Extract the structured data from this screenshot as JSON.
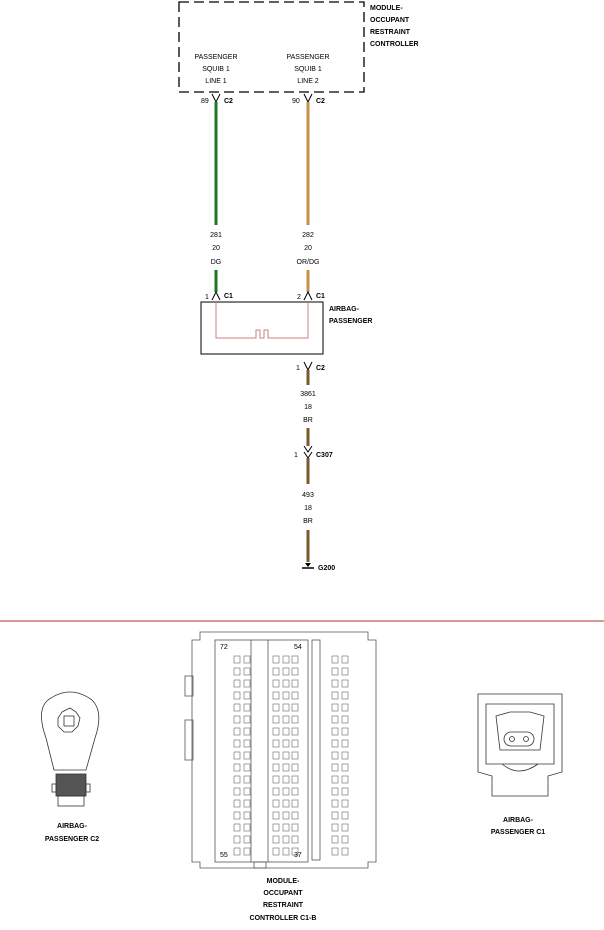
{
  "module_block": {
    "title_lines": [
      "MODULE-",
      "OCCUPANT",
      "RESTRAINT",
      "CONTROLLER"
    ],
    "pin_left": {
      "label_lines": [
        "PASSENGER",
        "SQUIB 1",
        "LINE 1"
      ],
      "pin": "89",
      "connector": "C2"
    },
    "pin_right": {
      "label_lines": [
        "PASSENGER",
        "SQUIB 1",
        "LINE 2"
      ],
      "pin": "90",
      "connector": "C2"
    }
  },
  "wires": {
    "left": {
      "circuit": "281",
      "gauge": "20",
      "color_code": "DG",
      "stroke": "#1e7a1e"
    },
    "right": {
      "circuit": "282",
      "gauge": "20",
      "color_code": "OR/DG",
      "stroke": "#c8904a"
    },
    "ground_upper": {
      "circuit": "3861",
      "gauge": "18",
      "color_code": "BR",
      "stroke": "#7a5a2a"
    },
    "ground_lower": {
      "circuit": "493",
      "gauge": "18",
      "color_code": "BR",
      "stroke": "#7a5a2a"
    }
  },
  "airbag": {
    "title_lines": [
      "AIRBAG-",
      "PASSENGER"
    ],
    "pin1": {
      "pin": "1",
      "connector": "C1"
    },
    "pin2": {
      "pin": "2",
      "connector": "C1"
    },
    "ground_pin": {
      "pin": "1",
      "connector": "C2"
    }
  },
  "inline_connector": {
    "pin": "1",
    "connector": "C307"
  },
  "ground": {
    "label": "G200"
  },
  "divider_color": "#b03030",
  "connector_views": {
    "left": {
      "label_lines": [
        "AIRBAG-",
        "PASSENGER C2"
      ]
    },
    "center": {
      "label_lines": [
        "MODULE-",
        "OCCUPANT",
        "RESTRAINT",
        "CONTROLLER C1-B"
      ],
      "pin_top_left": "72",
      "pin_top_right": "54",
      "pin_bottom_left": "55",
      "pin_bottom_right": "37"
    },
    "right": {
      "label_lines": [
        "AIRBAG-",
        "PASSENGER C1"
      ]
    }
  }
}
